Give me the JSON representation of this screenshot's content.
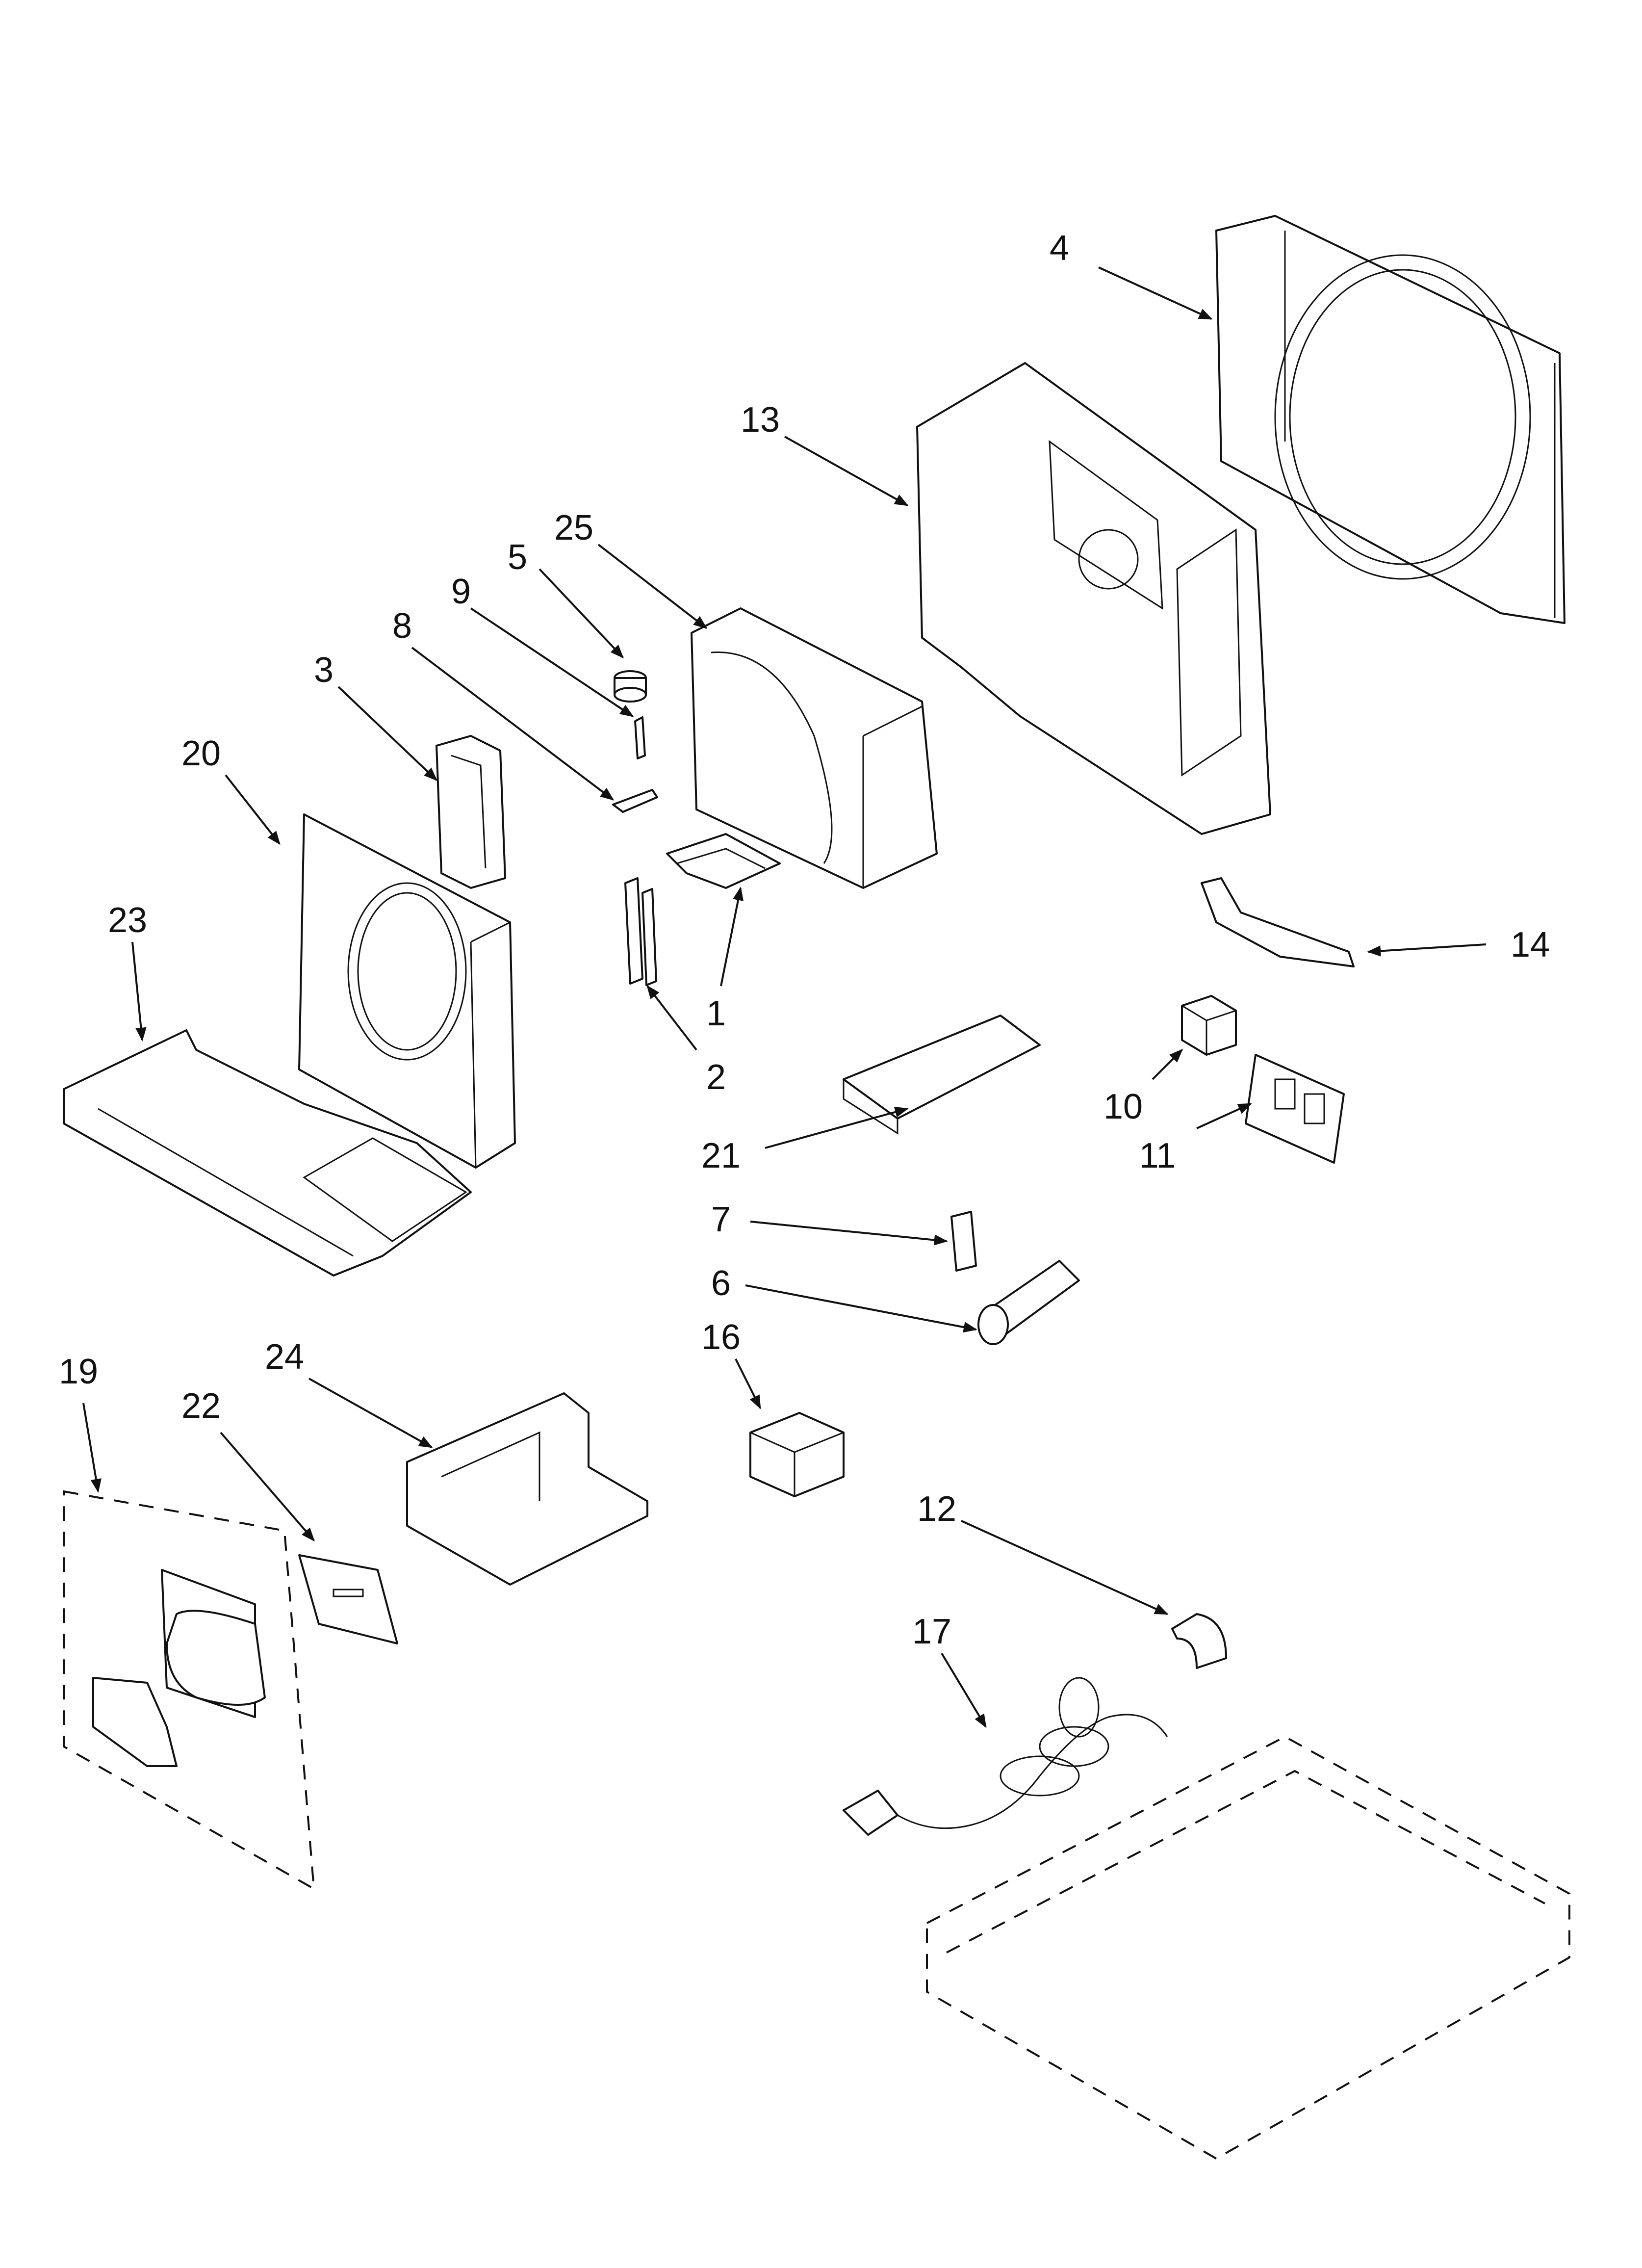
{
  "callouts": [
    {
      "id": "1",
      "label": "1"
    },
    {
      "id": "2",
      "label": "2"
    },
    {
      "id": "3",
      "label": "3"
    },
    {
      "id": "4",
      "label": "4"
    },
    {
      "id": "5",
      "label": "5"
    },
    {
      "id": "6",
      "label": "6"
    },
    {
      "id": "7",
      "label": "7"
    },
    {
      "id": "8",
      "label": "8"
    },
    {
      "id": "9",
      "label": "9"
    },
    {
      "id": "10",
      "label": "10"
    },
    {
      "id": "11",
      "label": "11"
    },
    {
      "id": "12",
      "label": "12"
    },
    {
      "id": "13",
      "label": "13"
    },
    {
      "id": "14",
      "label": "14"
    },
    {
      "id": "16",
      "label": "16"
    },
    {
      "id": "17",
      "label": "17"
    },
    {
      "id": "19",
      "label": "19"
    },
    {
      "id": "20",
      "label": "20"
    },
    {
      "id": "21",
      "label": "21"
    },
    {
      "id": "22",
      "label": "22"
    },
    {
      "id": "23",
      "label": "23"
    },
    {
      "id": "24",
      "label": "24"
    },
    {
      "id": "25",
      "label": "25"
    }
  ]
}
